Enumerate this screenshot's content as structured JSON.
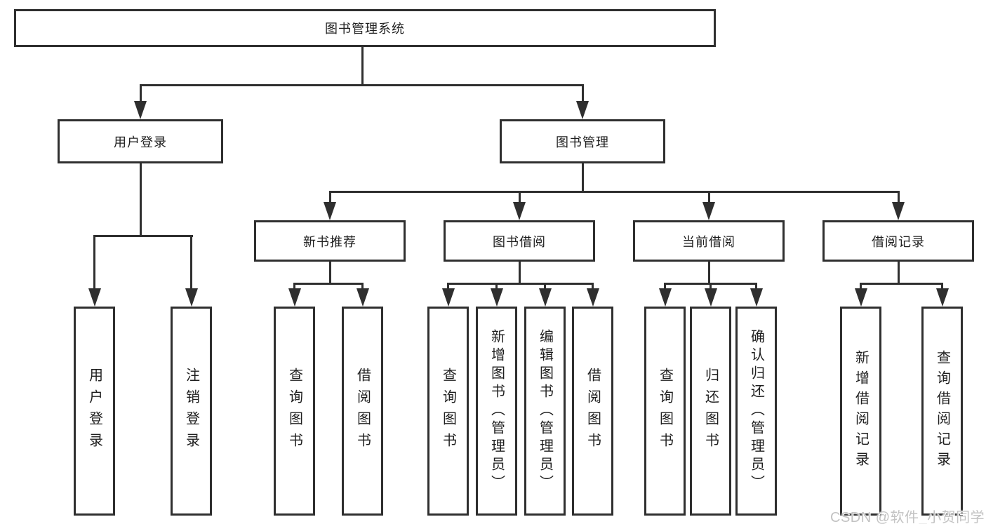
{
  "diagram": {
    "root": {
      "label": "图书管理系统"
    },
    "branches": [
      {
        "label": "用户登录",
        "children": [
          {
            "label": "用户登录"
          },
          {
            "label": "注销登录"
          }
        ]
      },
      {
        "label": "图书管理",
        "children": [
          {
            "label": "新书推荐",
            "children": [
              {
                "label": "查询图书"
              },
              {
                "label": "借阅图书"
              }
            ]
          },
          {
            "label": "图书借阅",
            "children": [
              {
                "label": "查询图书"
              },
              {
                "label": "新增图书（管理员）"
              },
              {
                "label": "编辑图书（管理员）"
              },
              {
                "label": "借阅图书"
              }
            ]
          },
          {
            "label": "当前借阅",
            "children": [
              {
                "label": "查询图书"
              },
              {
                "label": "归还图书"
              },
              {
                "label": "确认归还（管理员）"
              }
            ]
          },
          {
            "label": "借阅记录",
            "children": [
              {
                "label": "新增借阅记录"
              },
              {
                "label": "查询借阅记录"
              }
            ]
          }
        ]
      }
    ],
    "watermark": "CSDN @软件_小贺同学",
    "colors": {
      "line": "#2f2f2f",
      "text": "#1f1f1f",
      "watermark": "#c3c3c3",
      "background": "#ffffff"
    }
  }
}
